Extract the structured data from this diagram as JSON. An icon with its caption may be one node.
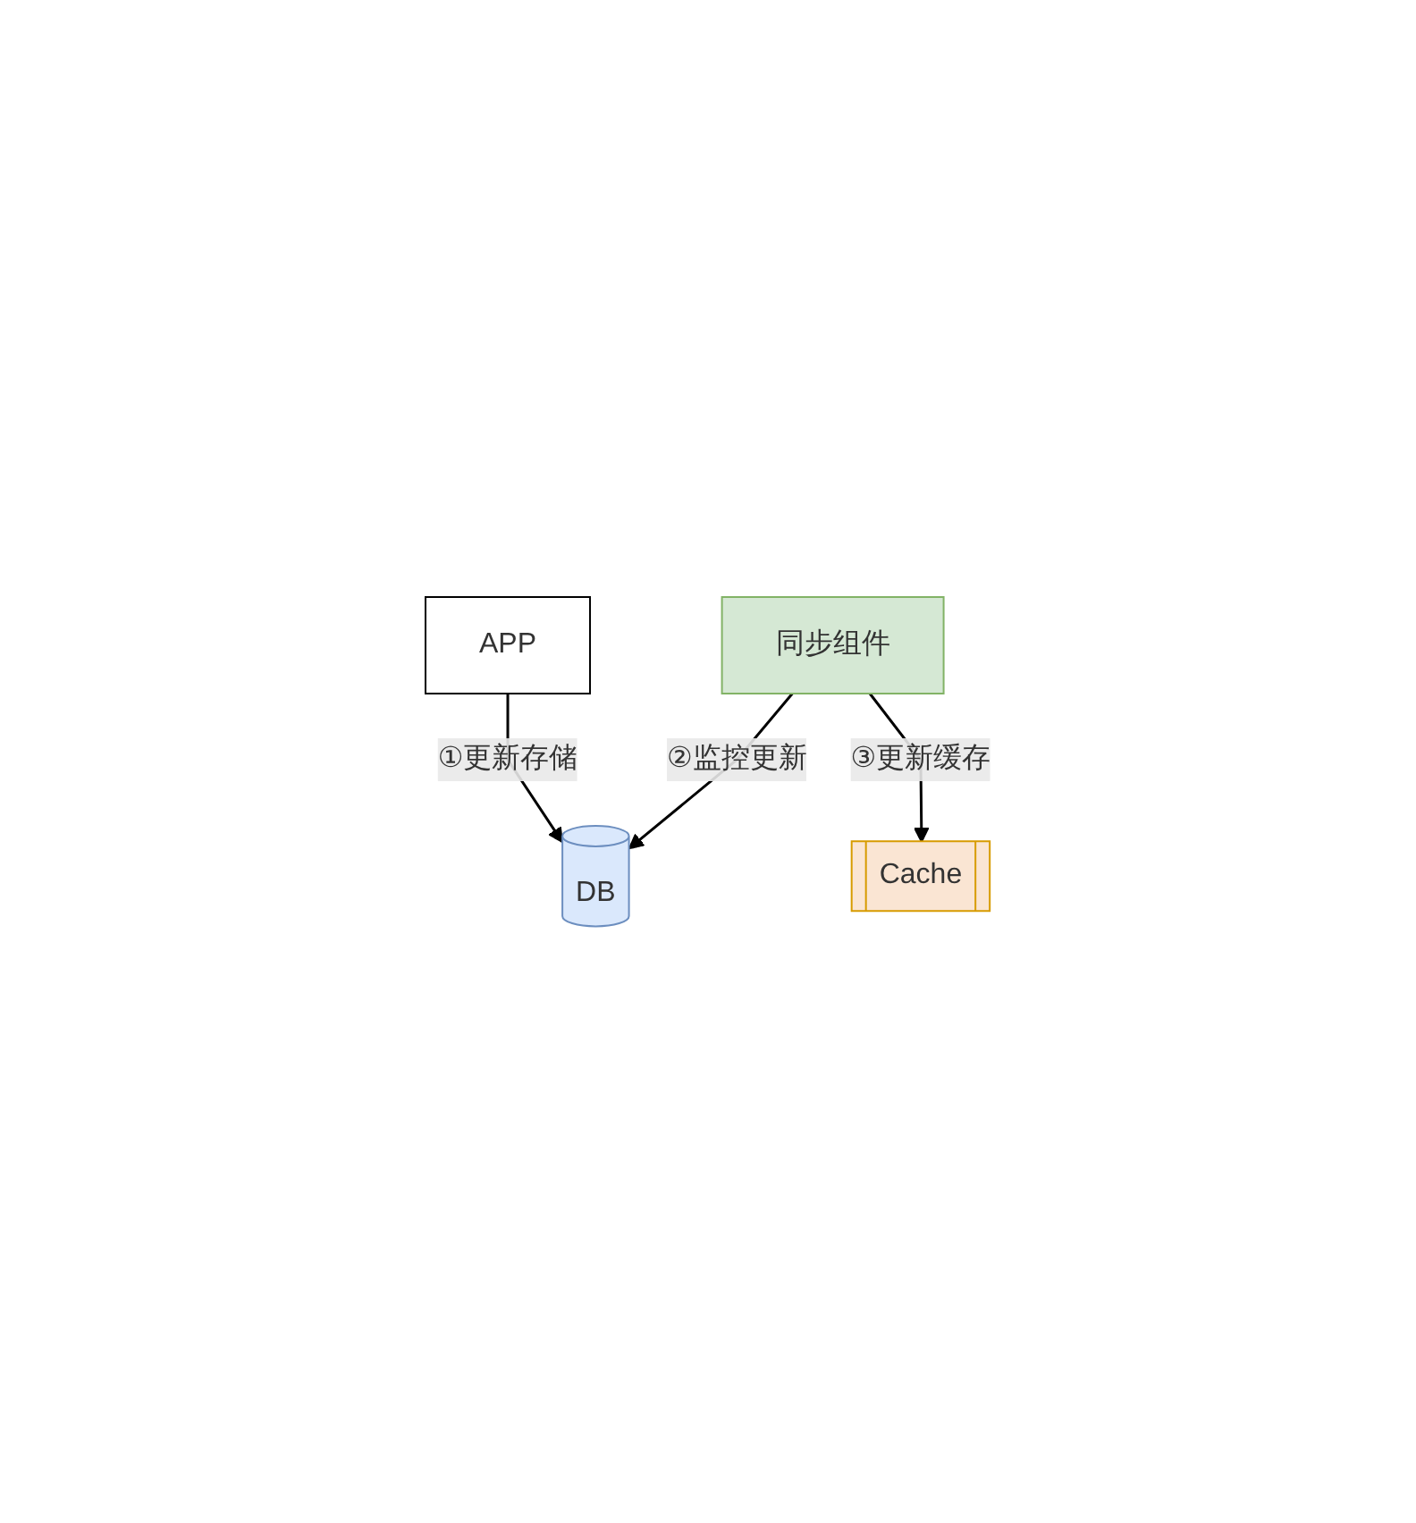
{
  "diagram": {
    "nodes": [
      {
        "text": [
          "APP"
        ]
      },
      {
        "text": [
          "Cache"
        ]
      },
      {
        "text": [
          "DB"
        ]
      },
      {
        "text": [
          "同步组件"
        ]
      }
    ],
    "edges": [
      {
        "from": 0,
        "to": 2,
        "arrow": "to",
        "label": "①更新存储"
      },
      {
        "from": 3,
        "to": 2,
        "arrow": "to",
        "label": "②监控更新"
      },
      {
        "from": 3,
        "to": 1,
        "arrow": "to",
        "label": "③更新缓存"
      }
    ]
  }
}
